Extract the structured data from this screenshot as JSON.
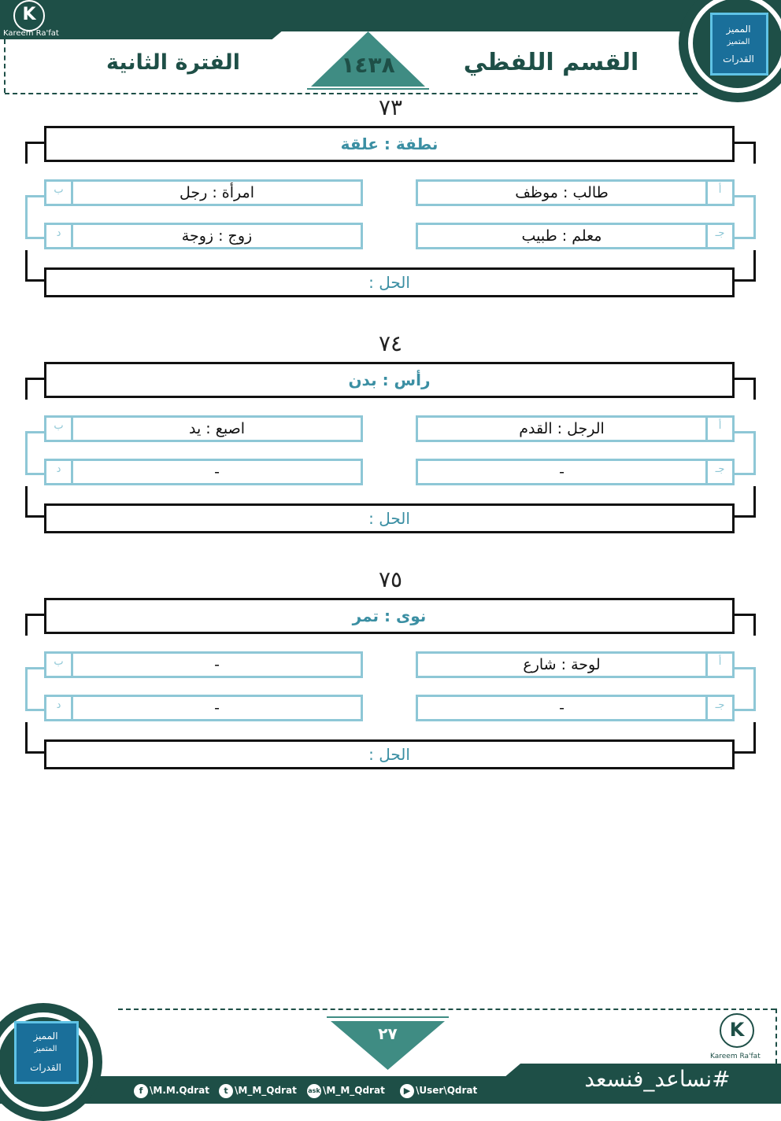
{
  "header": {
    "brand_name": "Kareem Ra'fat",
    "k_letter": "K",
    "section_title": "القسم اللفظي",
    "period_title": "الفترة الثانية",
    "year": "١٤٣٨",
    "book_label_1": "المميز",
    "book_label_2": "المتميز",
    "book_label_3": "القدرات"
  },
  "labels": {
    "solution": "الحل :"
  },
  "questions": [
    {
      "number": "٧٣",
      "stem": "نطفة : علقة",
      "options": [
        {
          "letter": "أ",
          "text": "طالب : موظف"
        },
        {
          "letter": "ب",
          "text": "امرأة : رجل"
        },
        {
          "letter": "جـ",
          "text": "معلم : طبيب"
        },
        {
          "letter": "د",
          "text": "زوج : زوجة"
        }
      ]
    },
    {
      "number": "٧٤",
      "stem": "رأس : بدن",
      "options": [
        {
          "letter": "أ",
          "text": "الرجل : القدم"
        },
        {
          "letter": "ب",
          "text": "اصبع : يد"
        },
        {
          "letter": "جـ",
          "text": "-"
        },
        {
          "letter": "د",
          "text": "-"
        }
      ]
    },
    {
      "number": "٧٥",
      "stem": "نوى : تمر",
      "options": [
        {
          "letter": "أ",
          "text": "لوحة : شارع"
        },
        {
          "letter": "ب",
          "text": "-"
        },
        {
          "letter": "جـ",
          "text": "-"
        },
        {
          "letter": "د",
          "text": "-"
        }
      ]
    }
  ],
  "footer": {
    "page_number": "٢٧",
    "hashtag": "#نساعد_فنسعد",
    "social": [
      {
        "icon": "facebook-icon",
        "glyph": "f",
        "handle": "\\M.M.Qdrat"
      },
      {
        "icon": "twitter-icon",
        "glyph": "t",
        "handle": "\\M_M_Qdrat"
      },
      {
        "icon": "ask-icon",
        "glyph": "ask",
        "handle": "\\M_M_Qdrat"
      },
      {
        "icon": "youtube-icon",
        "glyph": "▶",
        "handle": "\\User\\Qdrat"
      }
    ]
  },
  "colors": {
    "primary": "#1e4f47",
    "accent": "#3f8c83",
    "option_border": "#8ec7d6",
    "stem_text": "#3b8fa3"
  }
}
